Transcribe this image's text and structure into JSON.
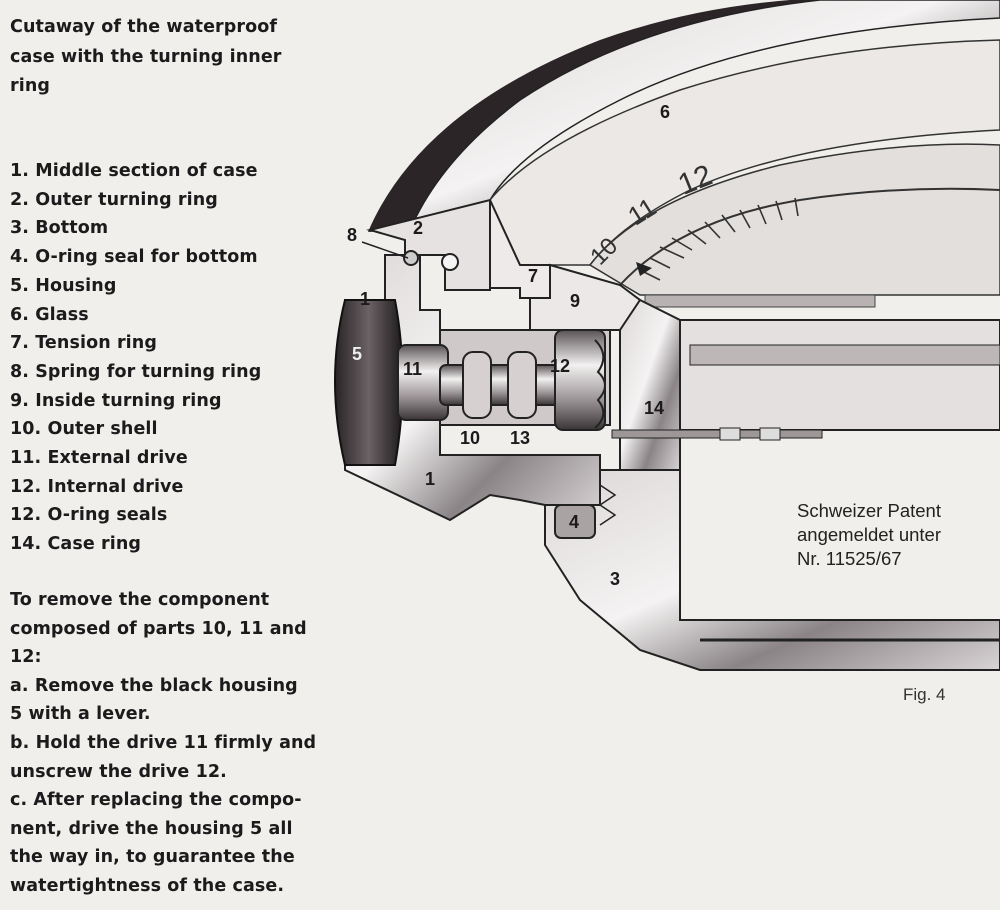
{
  "title_lines": [
    "Cutaway of the waterproof",
    "case with the turning inner",
    "ring"
  ],
  "parts": [
    "1. Middle section of case",
    "2. Outer turning ring",
    "3. Bottom",
    "4. O-ring seal for bottom",
    "5. Housing",
    "6. Glass",
    "7. Tension ring",
    "8. Spring for turning ring",
    "9. Inside turning ring",
    "10. Outer shell",
    "11. External drive",
    "12. Internal drive",
    "12. O-ring seals",
    "14. Case ring"
  ],
  "instructions": [
    "To remove the component",
    "composed of parts 10, 11 and",
    "12:",
    "a. Remove the black housing",
    "5 with a lever.",
    "b. Hold the drive 11 firmly and",
    "unscrew the drive 12.",
    "c. After replacing the compo-",
    "nent, drive the housing 5 all",
    "the way in, to guarantee the",
    "watertightness of the case."
  ],
  "patent_lines": [
    "Schweizer Patent",
    "angemeldet unter",
    "Nr. 11525/67"
  ],
  "figure_caption": "Fig. 4",
  "diagram": {
    "labels": {
      "l1a": "1",
      "l1b": "1",
      "l2": "2",
      "l3": "3",
      "l4": "4",
      "l5": "5",
      "l6": "6",
      "l7": "7",
      "l8": "8",
      "l9": "9",
      "l10": "10",
      "l11": "11",
      "l12": "12",
      "l13": "13",
      "l14": "14"
    },
    "dial_numerals": [
      "12",
      "11",
      "10"
    ]
  }
}
